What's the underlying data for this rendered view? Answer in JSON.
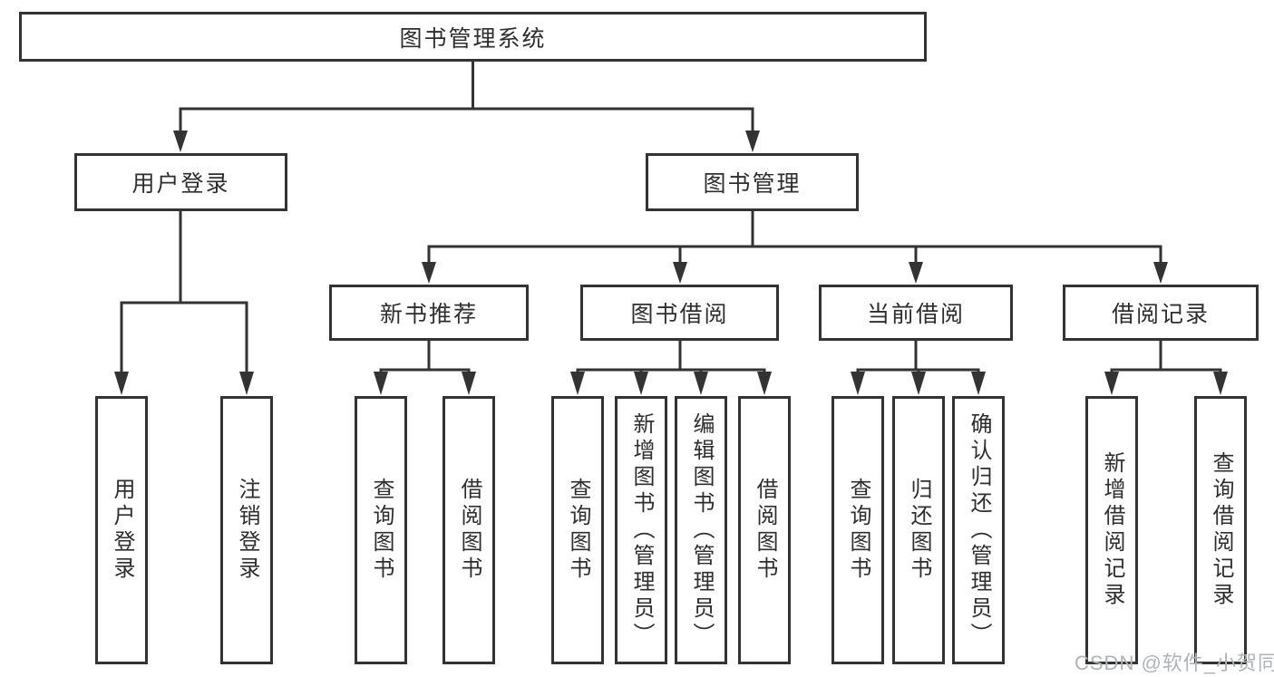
{
  "colors": {
    "line": "#333333",
    "box_border": "#333333",
    "text": "#2e2e2e",
    "background": "#ffffff",
    "watermark": "#b0b3b6"
  },
  "tree": {
    "root": "图书管理系统",
    "branches": [
      {
        "label": "用户登录",
        "children": [
          {
            "label": "用户登录"
          },
          {
            "label": "注销登录"
          }
        ]
      },
      {
        "label": "图书管理",
        "children": [
          {
            "label": "新书推荐",
            "children": [
              {
                "label": "查询图书"
              },
              {
                "label": "借阅图书"
              }
            ]
          },
          {
            "label": "图书借阅",
            "children": [
              {
                "label": "查询图书"
              },
              {
                "label": "新增图书（管理员）"
              },
              {
                "label": "编辑图书（管理员）"
              },
              {
                "label": "借阅图书"
              }
            ]
          },
          {
            "label": "当前借阅",
            "children": [
              {
                "label": "查询图书"
              },
              {
                "label": "归还图书"
              },
              {
                "label": "确认归还（管理员）"
              }
            ]
          },
          {
            "label": "借阅记录",
            "children": [
              {
                "label": "新增借阅记录"
              },
              {
                "label": "查询借阅记录"
              }
            ]
          }
        ]
      }
    ]
  },
  "watermark": "CSDN @软件_小贺同学"
}
